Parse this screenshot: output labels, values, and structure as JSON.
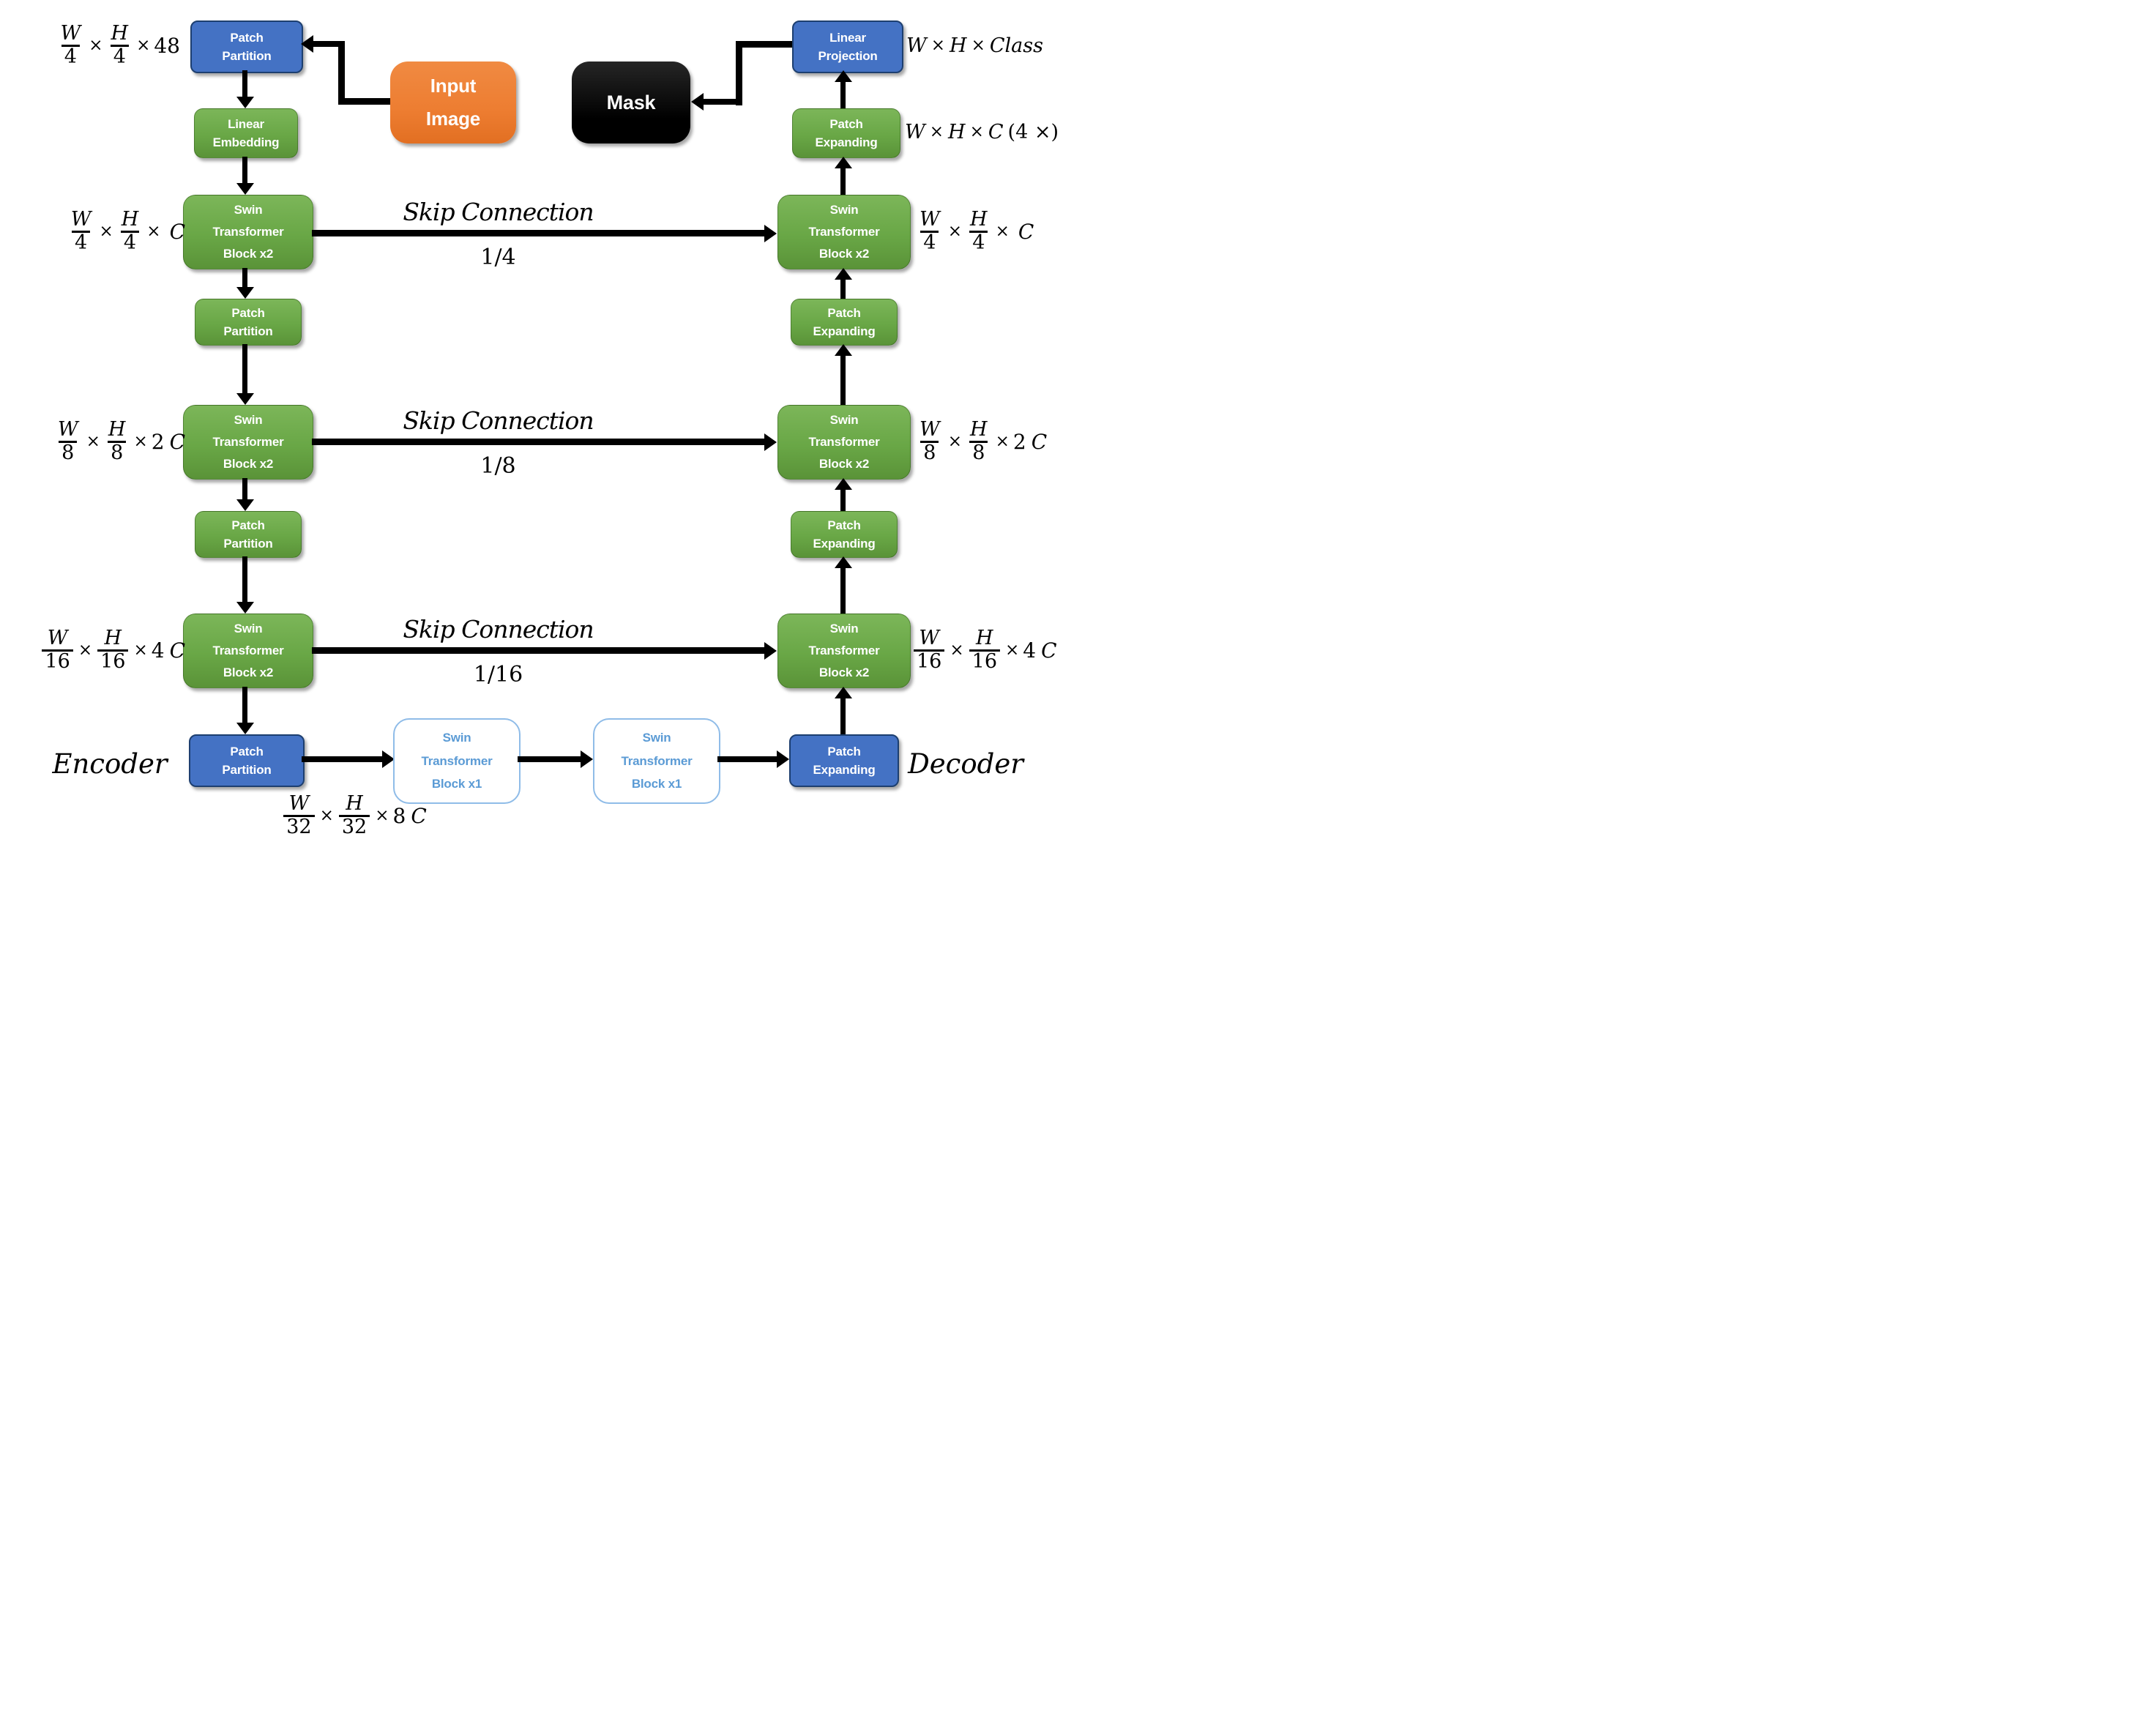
{
  "sections": {
    "encoder": "Encoder",
    "decoder": "Decoder"
  },
  "boxes": {
    "patch_partition": [
      "Patch",
      "Partition"
    ],
    "linear_embedding": [
      "Linear",
      "Embedding"
    ],
    "swin_x2": [
      "Swin",
      "Transformer",
      "Block x2"
    ],
    "swin_x1": [
      "Swin",
      "Transformer",
      "Block x1"
    ],
    "patch_expanding": [
      "Patch",
      "Expanding"
    ],
    "linear_projection": [
      "Linear",
      "Projection"
    ],
    "input_image": [
      "Input",
      "Image"
    ],
    "mask": "Mask"
  },
  "skip": {
    "label": "Skip Connection",
    "ratios": [
      "1/4",
      "1/8",
      "1/16"
    ]
  },
  "dims": {
    "d48": {
      "n1": "W",
      "d1": "4",
      "x1": "×",
      "n2": "H",
      "d2": "4",
      "x2": "×",
      "mn": "48",
      "mv": ""
    },
    "dC": {
      "n1": "W",
      "d1": "4",
      "x1": "×",
      "n2": "H",
      "d2": "4",
      "x2": "×",
      "mn": "",
      "mv": "C"
    },
    "d2C": {
      "n1": "W",
      "d1": "8",
      "x1": "×",
      "n2": "H",
      "d2": "8",
      "x2": "×",
      "mn": "2",
      "mv": "C"
    },
    "d4C": {
      "n1": "W",
      "d1": "16",
      "x1": "×",
      "n2": "H",
      "d2": "16",
      "x2": "×",
      "mn": "4",
      "mv": "C"
    },
    "d8C": {
      "n1": "W",
      "d1": "32",
      "x1": "×",
      "n2": "H",
      "d2": "32",
      "x2": "×",
      "mn": "8",
      "mv": "C"
    },
    "out": {
      "v1": "W",
      "x1": "×",
      "v2": "H",
      "x2": "×",
      "v3": "Class"
    },
    "preout": {
      "v1": "W",
      "x1": "×",
      "v2": "H",
      "x2": "×",
      "v3": "C",
      "suf": "(4 ×)"
    }
  },
  "colors": {
    "box_blue": "#4472C4",
    "box_blue_border": "#1d3f70",
    "box_green": "#69a746",
    "box_orange": "#ED7D31",
    "box_black": "#000000",
    "white_box_border": "#8FBCE8",
    "white_box_text": "#5B9BD5",
    "arrow": "#000000"
  }
}
